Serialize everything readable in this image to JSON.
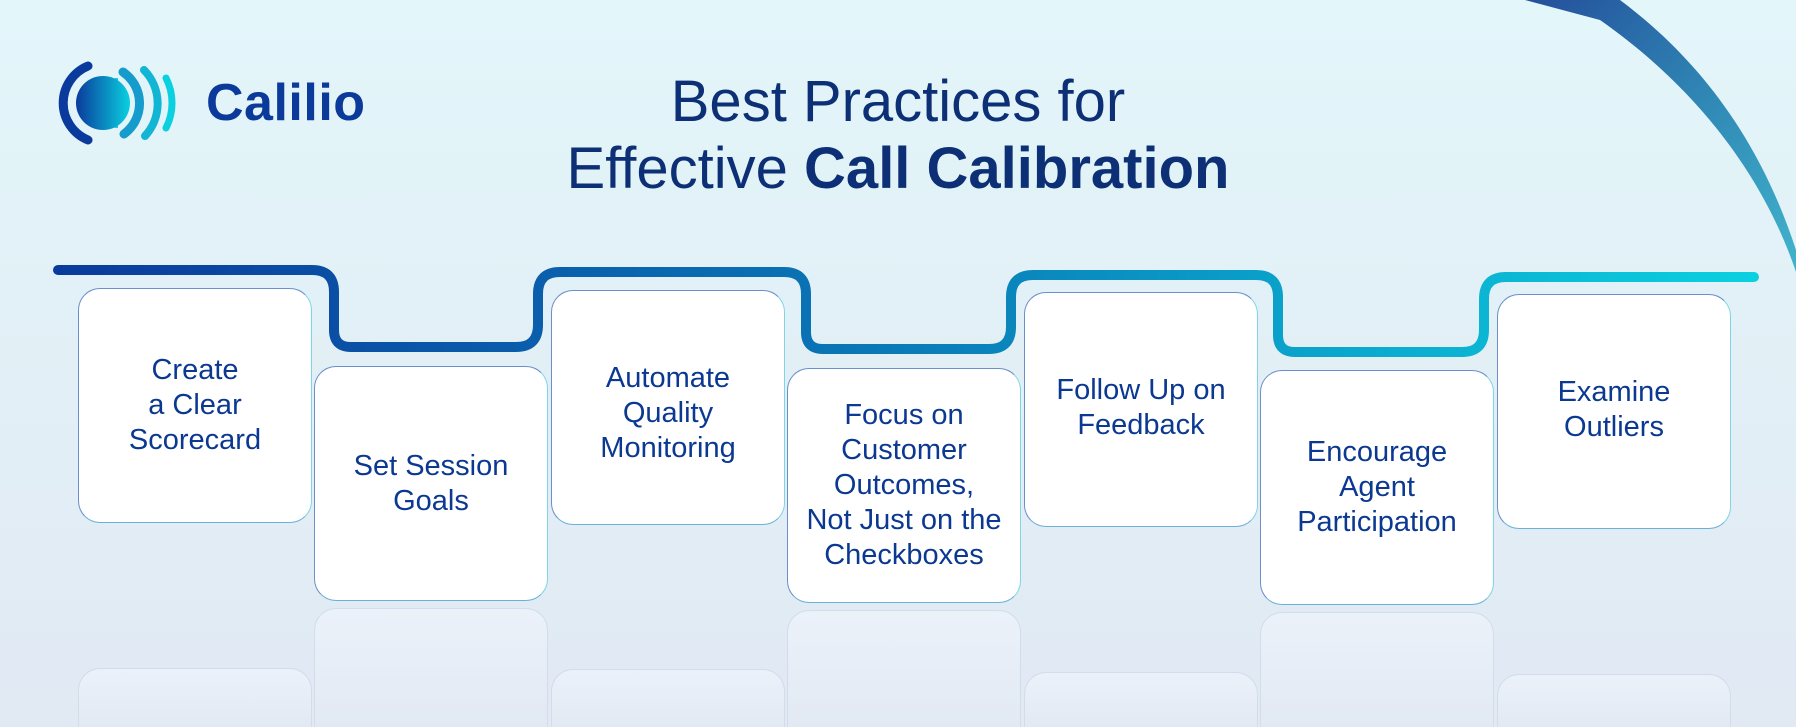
{
  "brand": {
    "name": "Calilio",
    "logo_icon": "sound-wave-c-icon"
  },
  "title": {
    "line1": "Best Practices for",
    "line2_regular": "Effective ",
    "line2_bold": "Call Calibration"
  },
  "colors": {
    "title": "#0c2f75",
    "brand_text": "#0b3a9a",
    "card_text": "#0b3891",
    "path_start": "#0a3b9c",
    "path_end": "#0bcfe0",
    "background": "#e3f6fa"
  },
  "steps": [
    {
      "label": "Create a Clear Scorecard",
      "lines": [
        "Create",
        "a Clear",
        "Scorecard"
      ]
    },
    {
      "label": "Set Session Goals",
      "lines": [
        "Set Session",
        "Goals"
      ]
    },
    {
      "label": "Automate Quality Monitoring",
      "lines": [
        "Automate",
        "Quality",
        "Monitoring"
      ]
    },
    {
      "label": "Focus on Customer Outcomes, Not Just on the Checkboxes",
      "lines": [
        "Focus on",
        "Customer",
        "Outcomes,",
        "Not Just on the",
        "Checkboxes"
      ]
    },
    {
      "label": "Follow Up on Feedback",
      "lines": [
        "Follow Up on",
        "Feedback"
      ]
    },
    {
      "label": "Encourage Agent Participation",
      "lines": [
        "Encourage",
        "Agent",
        "Participation"
      ]
    },
    {
      "label": "Examine Outliers",
      "lines": [
        "Examine",
        "Outliers"
      ]
    }
  ]
}
